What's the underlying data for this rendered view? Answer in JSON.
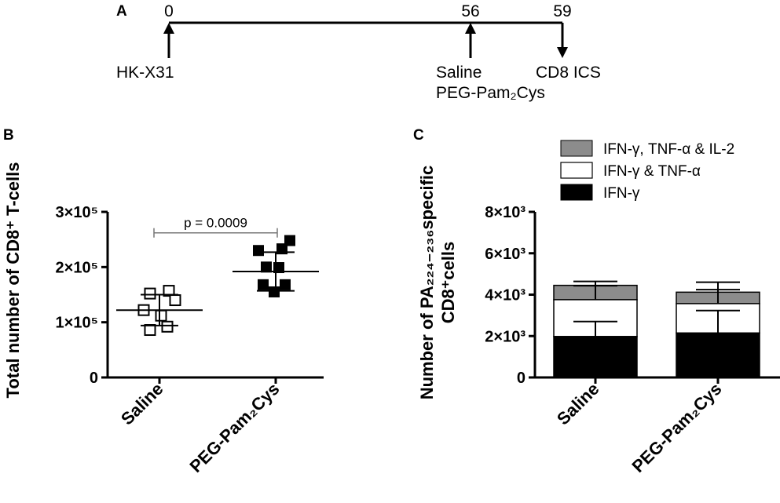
{
  "panels": {
    "a": {
      "label": "A",
      "ticks": [
        {
          "day": "0",
          "below": [
            "HK-X31"
          ],
          "direction": "up"
        },
        {
          "day": "56",
          "below": [
            "Saline",
            "PEG-Pam₂Cys"
          ],
          "direction": "up"
        },
        {
          "day": "59",
          "below": [
            "CD8 ICS"
          ],
          "direction": "down"
        }
      ]
    },
    "b": {
      "label": "B",
      "ylabel": "Total number of CD8⁺ T-cells",
      "pvalue": "p = 0.0009"
    },
    "c": {
      "label": "C",
      "ylabel_line1": "Number of PA₂₂₄₋₂₃₆specific",
      "ylabel_line2": "CD8⁺cells",
      "legend": [
        {
          "label": "IFN-γ, TNF-α & IL-2",
          "color": "#8c8c8c"
        },
        {
          "label": "IFN-γ & TNF-α",
          "color": "#ffffff"
        },
        {
          "label": "IFN-γ",
          "color": "#000000"
        }
      ]
    }
  },
  "chart_data": [
    {
      "type": "scatter",
      "panel": "B",
      "categories": [
        "Saline",
        "PEG-Pam₂Cys"
      ],
      "ylim": [
        0,
        300000
      ],
      "yticks": [
        {
          "value": 0,
          "label": "0"
        },
        {
          "value": 100000,
          "label": "1×10⁵"
        },
        {
          "value": 200000,
          "label": "2×10⁵"
        },
        {
          "value": 300000,
          "label": "3×10⁵"
        }
      ],
      "series": [
        {
          "category": "Saline",
          "marker": "open-square",
          "points": [
            {
              "offset": -0.3,
              "y": 152000
            },
            {
              "offset": 0.3,
              "y": 157000
            },
            {
              "offset": 0.5,
              "y": 140000
            },
            {
              "offset": -0.5,
              "y": 122000
            },
            {
              "offset": 0.05,
              "y": 112000
            },
            {
              "offset": -0.3,
              "y": 86000
            },
            {
              "offset": 0.25,
              "y": 92000
            }
          ],
          "mean": 122000,
          "sd": 28000
        },
        {
          "category": "PEG-Pam₂Cys",
          "marker": "filled-square",
          "points": [
            {
              "offset": 0.45,
              "y": 248000
            },
            {
              "offset": 0.2,
              "y": 233000
            },
            {
              "offset": -0.55,
              "y": 230000
            },
            {
              "offset": -0.3,
              "y": 200000
            },
            {
              "offset": 0.1,
              "y": 199000
            },
            {
              "offset": -0.4,
              "y": 168000
            },
            {
              "offset": 0.3,
              "y": 168000
            },
            {
              "offset": -0.05,
              "y": 155000
            }
          ],
          "mean": 192000,
          "sd": 35000
        }
      ],
      "significance": {
        "from": "Saline",
        "to": "PEG-Pam₂Cys",
        "y": 262000
      }
    },
    {
      "type": "bar",
      "stacked": true,
      "panel": "C",
      "categories": [
        "Saline",
        "PEG-Pam₂Cys"
      ],
      "ylim": [
        0,
        8000
      ],
      "yticks": [
        {
          "value": 0,
          "label": "0"
        },
        {
          "value": 2000,
          "label": "2×10³"
        },
        {
          "value": 4000,
          "label": "4×10³"
        },
        {
          "value": 6000,
          "label": "6×10³"
        },
        {
          "value": 8000,
          "label": "8×10³"
        }
      ],
      "series": [
        {
          "name": "IFN-γ",
          "color": "#000000",
          "values": [
            1980,
            2150
          ],
          "errors": [
            720,
            1080
          ]
        },
        {
          "name": "IFN-γ & TNF-α",
          "color": "#ffffff",
          "values": [
            1780,
            1420
          ],
          "errors": [
            670,
            670
          ]
        },
        {
          "name": "IFN-γ, TNF-α & IL-2",
          "color": "#8c8c8c",
          "values": [
            690,
            550
          ],
          "errors": [
            190,
            480
          ]
        }
      ]
    }
  ]
}
